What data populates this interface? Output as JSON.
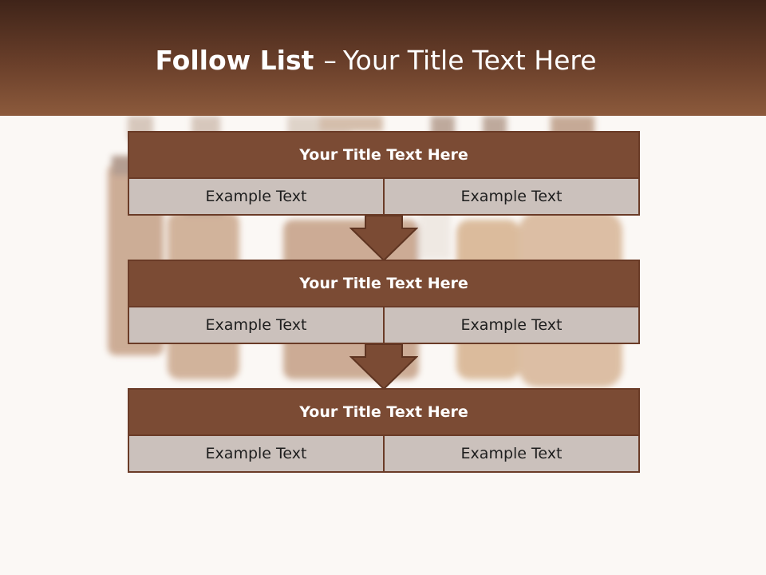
{
  "slide": {
    "title_bold": "Follow List",
    "title_dash": "–",
    "title_rest": "Your Title Text Here"
  },
  "blocks": [
    {
      "title": "Your Title Text Here",
      "left": "Example Text",
      "right": "Example Text"
    },
    {
      "title": "Your Title Text Here",
      "left": "Example Text",
      "right": "Example Text"
    },
    {
      "title": "Your Title Text Here",
      "left": "Example Text",
      "right": "Example Text"
    }
  ],
  "colors": {
    "header_dark": "#3f2419",
    "header_light": "#8c5a3c",
    "block_title": "#7b4b34",
    "block_cell": "#cbc1bc",
    "arrow": "#7b4b34"
  }
}
